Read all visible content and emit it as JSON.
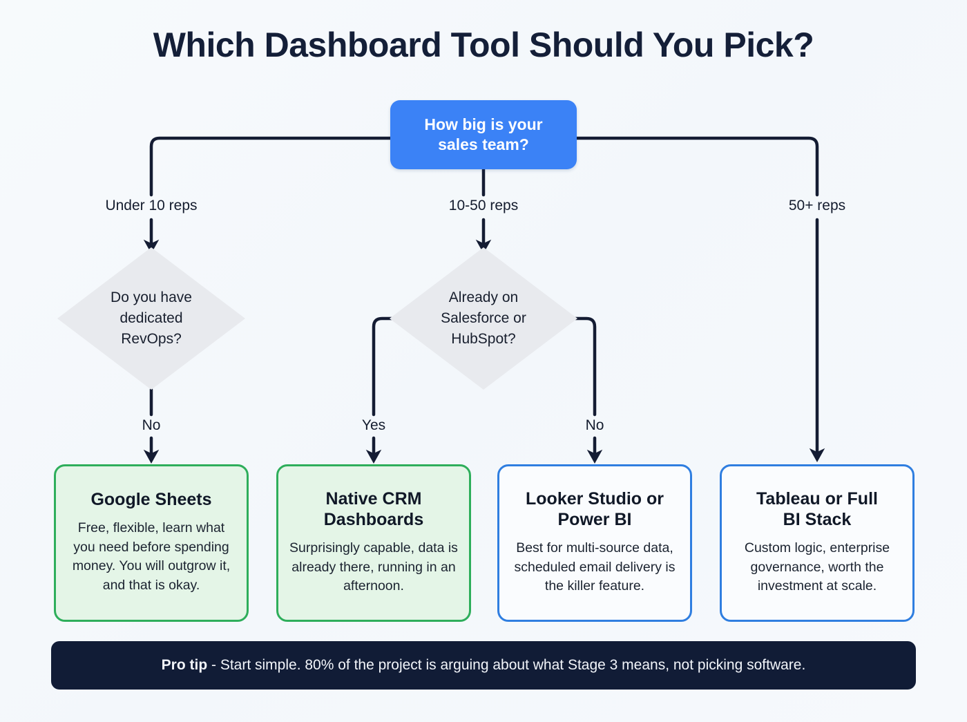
{
  "page": {
    "title": "Which Dashboard Tool Should You Pick?",
    "background_color": "#f5f8fb",
    "connector_color": "#141c33"
  },
  "root": {
    "label": "How big is your sales team?",
    "line1": "How big is your",
    "line2": "sales team?",
    "color": "#3b82f6",
    "text_color": "#ffffff"
  },
  "branch_labels": {
    "left": "Under 10 reps",
    "middle": "10-50 reps",
    "right": "50+ reps"
  },
  "decisions": [
    {
      "id": "revops",
      "line1": "Do you have",
      "line2": "dedicated",
      "line3": "RevOps?",
      "fill": "#e8eaee",
      "out_label": "No"
    },
    {
      "id": "crm",
      "line1": "Already on",
      "line2": "Salesforce or",
      "line3": "HubSpot?",
      "fill": "#e8eaee",
      "out_label_left": "Yes",
      "out_label_right": "No"
    }
  ],
  "outcomes": [
    {
      "title_line1": "Google Sheets",
      "title_line2": "",
      "body": "Free, flexible, learn what you need before spending money. You will outgrow it, and that is okay.",
      "style": "green",
      "border_color": "#2eae5b",
      "fill_color": "#e4f5e7"
    },
    {
      "title_line1": "Native CRM",
      "title_line2": "Dashboards",
      "body": "Surprisingly capable, data is already there, running in an afternoon.",
      "style": "green",
      "border_color": "#2eae5b",
      "fill_color": "#e4f5e7"
    },
    {
      "title_line1": "Looker Studio or",
      "title_line2": "Power BI",
      "body": "Best for multi-source data, scheduled email delivery is the killer feature.",
      "style": "blue",
      "border_color": "#2f7ee0",
      "fill_color": "#fafcfe"
    },
    {
      "title_line1": "Tableau or Full",
      "title_line2": "BI Stack",
      "body": "Custom logic, enterprise governance, worth the investment at scale.",
      "style": "blue",
      "border_color": "#2f7ee0",
      "fill_color": "#fafcfe"
    }
  ],
  "protip": {
    "bold": "Pro tip",
    "text": " - Start simple. 80% of the project is arguing about what Stage 3 means, not picking software.",
    "background": "#111c36",
    "text_color": "#f2f5fa"
  }
}
